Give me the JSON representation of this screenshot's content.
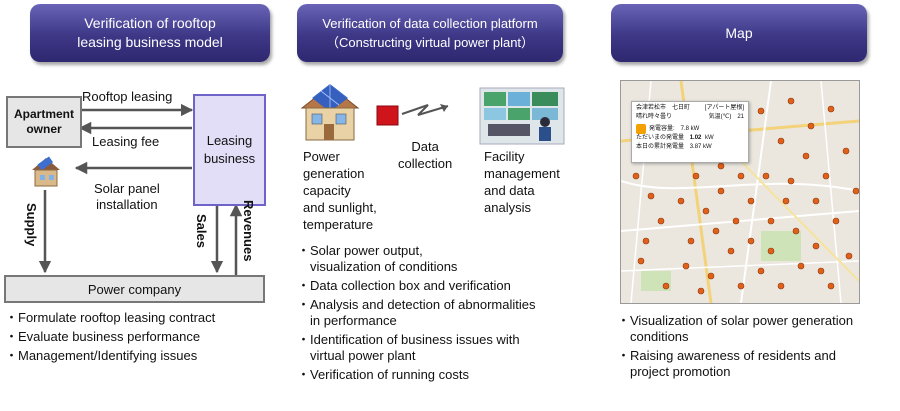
{
  "headers": {
    "left": [
      "Verification of rooftop",
      "leasing business model"
    ],
    "middle": [
      "Verification of data collection platform",
      "（Constructing virtual power plant）"
    ],
    "right": "Map"
  },
  "left": {
    "apartment_owner": [
      "Apartment",
      "owner"
    ],
    "leasing_business": [
      "Leasing",
      "business"
    ],
    "rooftop_leasing": "Rooftop leasing",
    "leasing_fee": "Leasing fee",
    "solar_panel_installation": [
      "Solar panel",
      "installation"
    ],
    "supply": "Supply",
    "sales": "Sales",
    "revenues": "Revenues",
    "power_company": "Power company",
    "bullets": [
      "Formulate rooftop leasing contract",
      "Evaluate business performance",
      "Management/Identifying issues"
    ]
  },
  "middle": {
    "power_generation": [
      "Power",
      "generation",
      "capacity",
      "and sunlight,",
      "temperature"
    ],
    "data_collection": [
      "Data",
      "collection"
    ],
    "facility_management": [
      "Facility",
      "management",
      "and data",
      "analysis"
    ],
    "bullets": [
      [
        "Solar power output,",
        "visualization of conditions"
      ],
      [
        "Data collection box and verification"
      ],
      [
        "Analysis and detection of abnormalities",
        "in performance"
      ],
      [
        "Identification of business issues with",
        "virtual power plant"
      ],
      [
        "Verification of running costs"
      ]
    ]
  },
  "right": {
    "map_popup": {
      "line1_left": "会津若松市　七日町",
      "line1_right": "[アパート屋根]",
      "line2_left": "晴れ時々曇り",
      "line2_right": "気温(℃)　21",
      "gen_label": "発電容量:",
      "gen_value": "7.8 kW",
      "current_label": "ただいまの発電量",
      "current_value": "1.02",
      "current_unit": "kW",
      "today_label": "本日の累計発電量",
      "today_value": "3.87 kW"
    },
    "bullets": [
      [
        "Visualization of solar power generation",
        "conditions"
      ],
      [
        "Raising awareness of residents and",
        "project promotion"
      ]
    ]
  },
  "colors": {
    "header_top": "#6a64b8",
    "header_bottom": "#2e2870",
    "leasing_box": "#e2def7",
    "leasing_border": "#6f63c8",
    "gray_box": "#e6e6e6",
    "marker": "#e0601a",
    "red_box": "#d0141c"
  }
}
